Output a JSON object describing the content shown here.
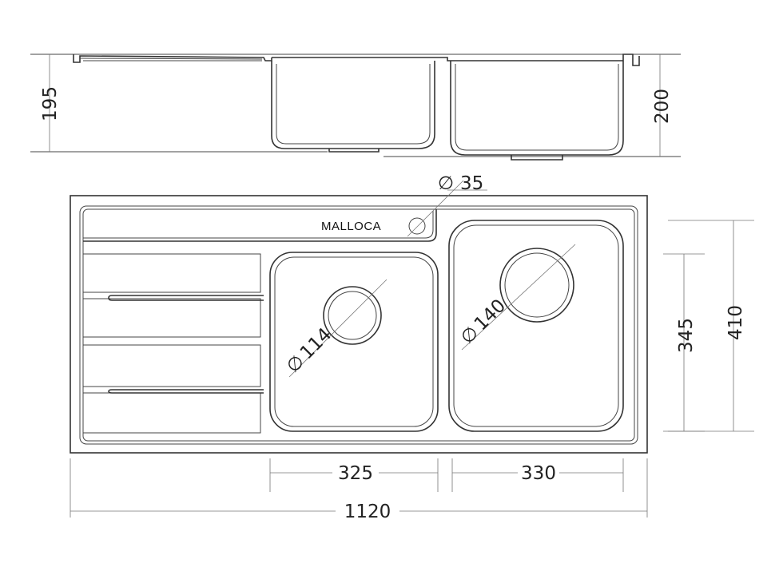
{
  "brand_label": "MALLOCA",
  "dimensions": {
    "side_height_left": "195",
    "side_height_right": "200",
    "overflow_diameter": "35",
    "drain_small_diameter": "114",
    "drain_large_diameter": "140",
    "bowl_height": "345",
    "total_depth": "410",
    "bowl_left_width": "325",
    "bowl_right_width": "330",
    "total_width": "1120"
  },
  "symbols": {
    "diameter": "∅"
  },
  "colors": {
    "stroke": "#333333",
    "background": "#ffffff"
  }
}
